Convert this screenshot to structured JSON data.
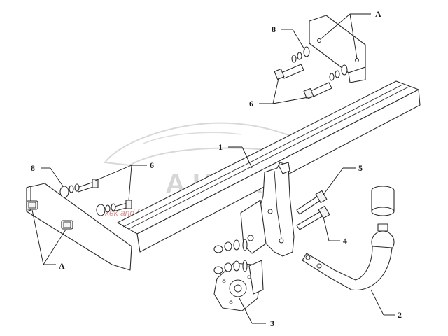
{
  "labels": {
    "a_top": "A",
    "a_bottom": "A",
    "crossbar": "1",
    "tow_ball": "2",
    "socket_plate": "3",
    "bolt_lower": "4",
    "bolt_upper": "5",
    "bolt_left": "6",
    "bolt_right": "6",
    "washer_left": "8",
    "washer_right": "8"
  },
  "watermark": {
    "brand": "АНЕКА",
    "slogan": "kek and fence"
  },
  "colors": {
    "line": "#2b2b2b",
    "watermark_main": "#c9c9c9",
    "watermark_red": "#d07070"
  }
}
